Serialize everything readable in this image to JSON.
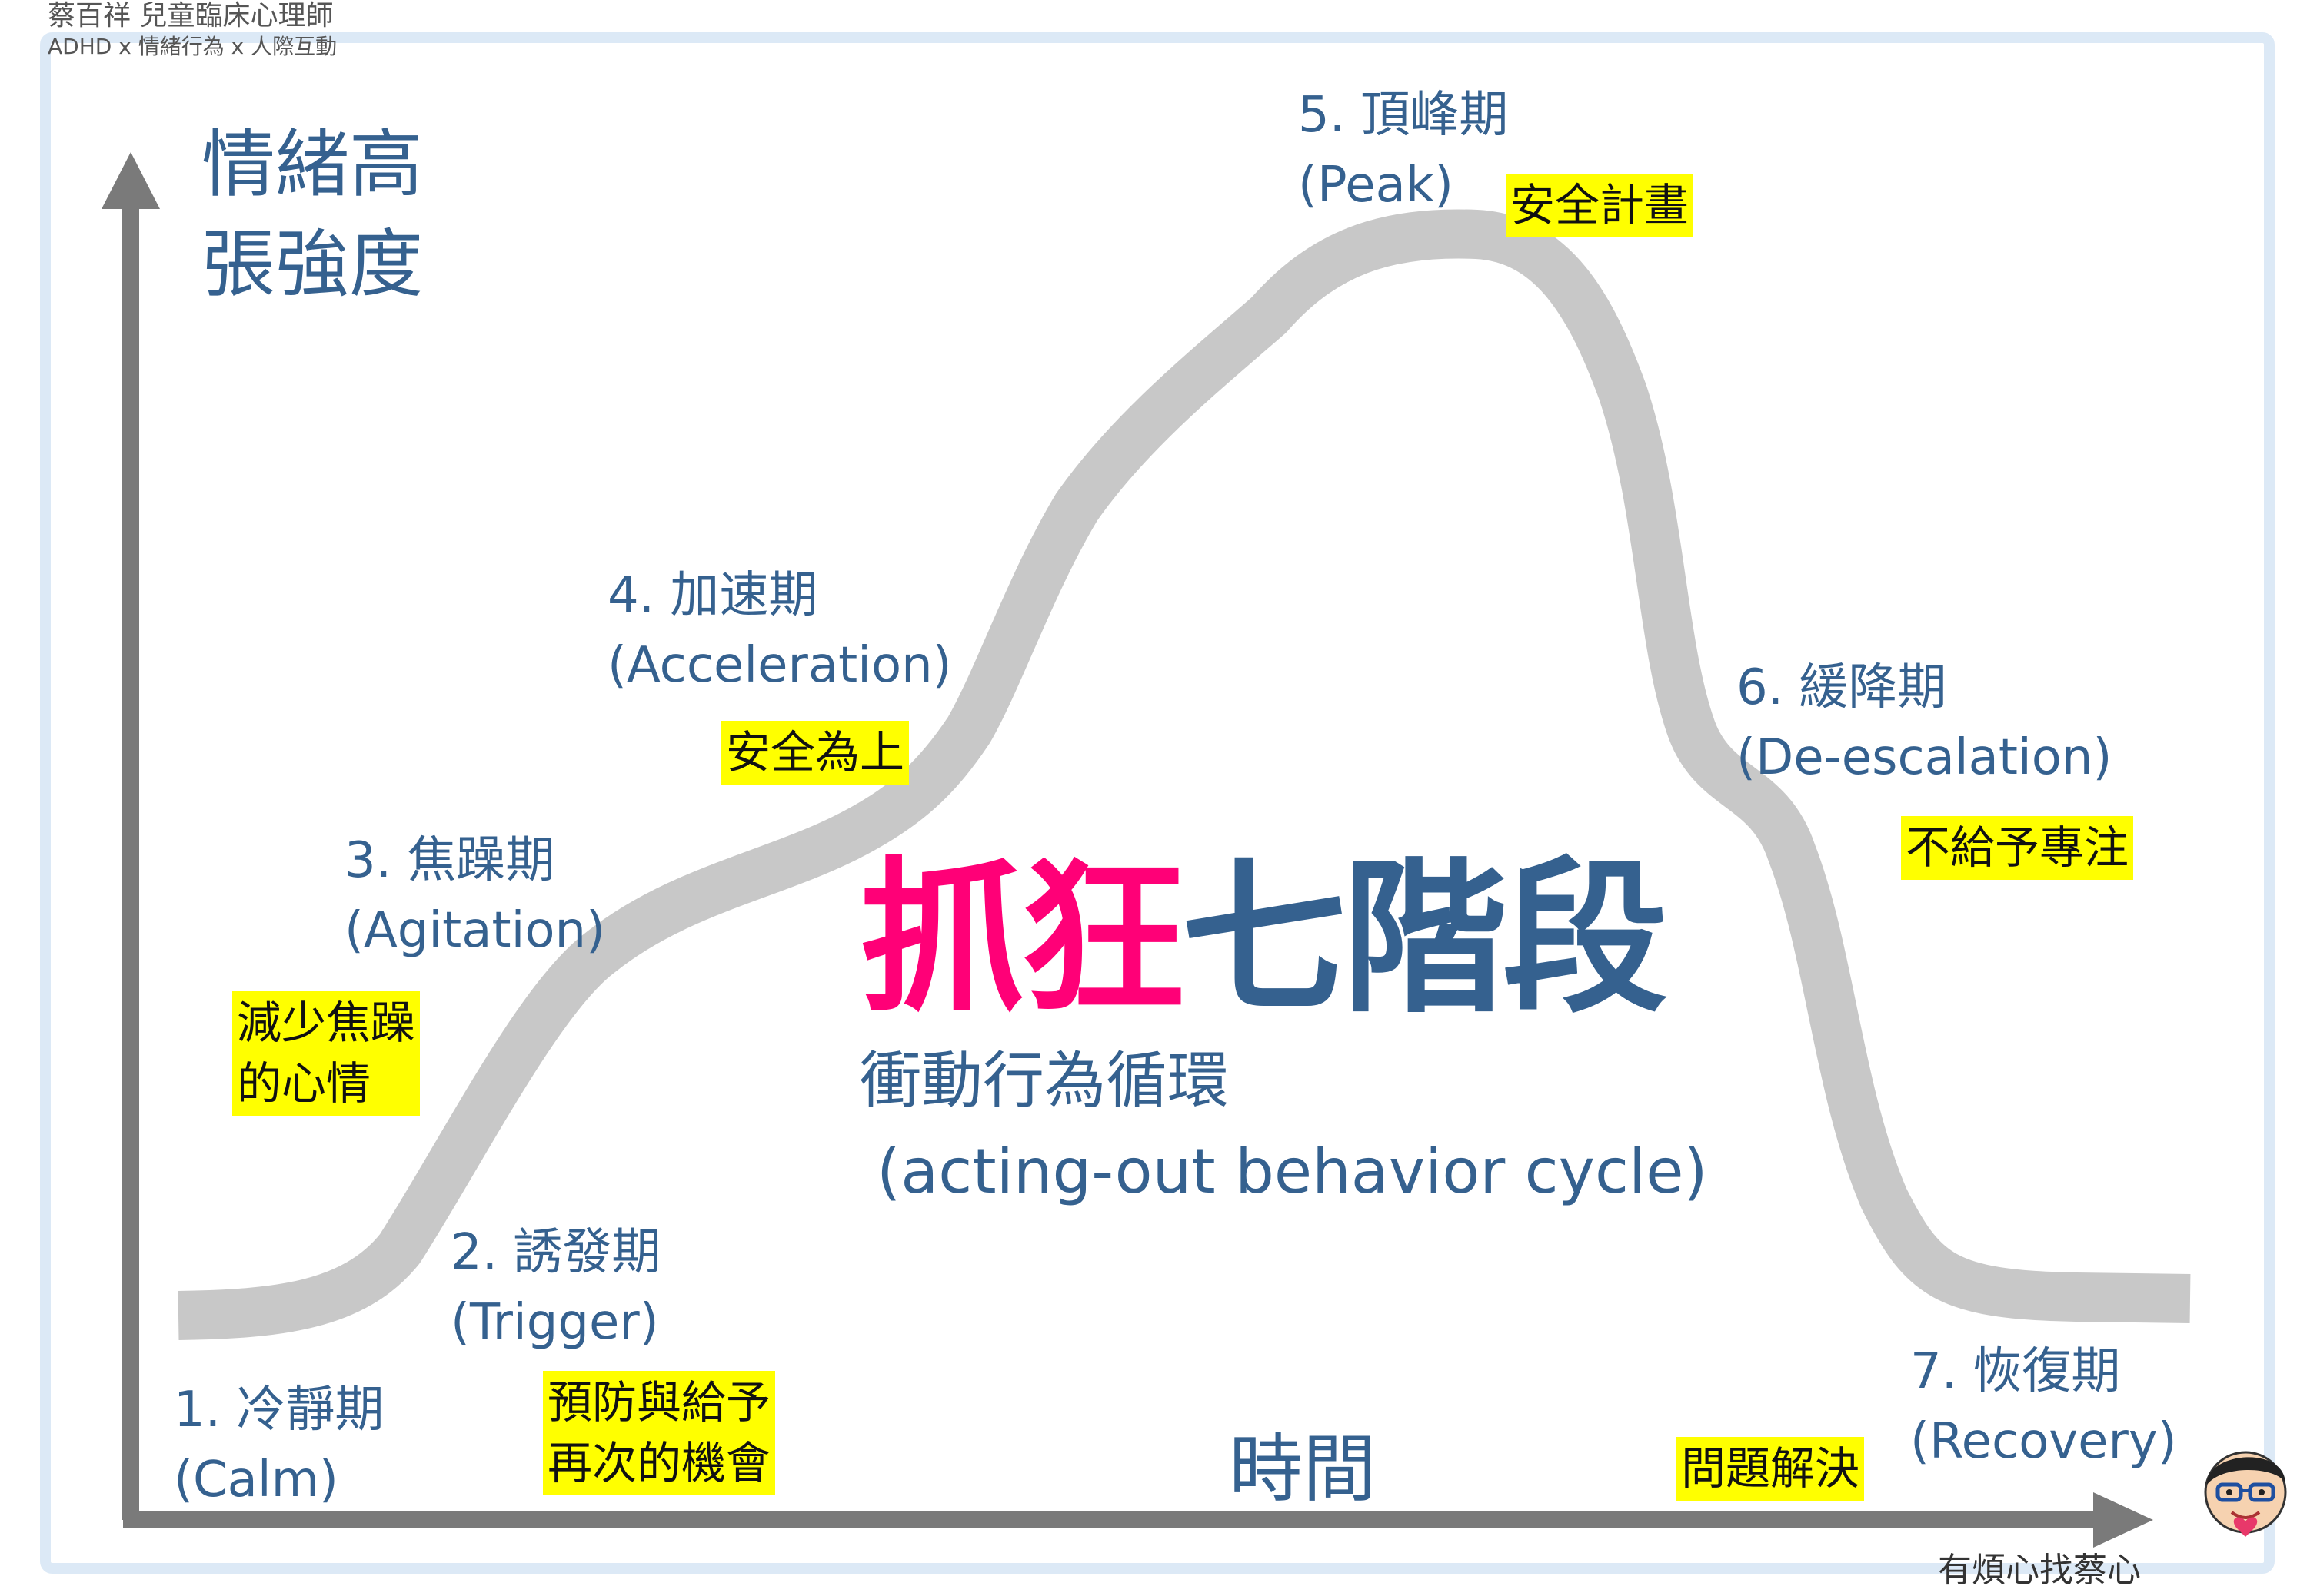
{
  "header": {
    "author": "蔡百祥 兒童臨床心理師",
    "tagline": "ADHD x 情緒行為 x 人際互動"
  },
  "axes": {
    "y_label_line1": "情緒高",
    "y_label_line2": "張強度",
    "x_label": "時間"
  },
  "title": {
    "part1": "抓狂",
    "part2": "七階段",
    "subtitle_zh": "衝動行為循環",
    "subtitle_en": "(acting-out behavior cycle)"
  },
  "stages": [
    {
      "number_name": "1. 冷靜期",
      "english": "(Calm)",
      "note": []
    },
    {
      "number_name": "2. 誘發期",
      "english": "(Trigger)",
      "note": [
        "預防與給予",
        "再次的機會"
      ]
    },
    {
      "number_name": "3. 焦躁期",
      "english": "(Agitation)",
      "note": [
        "減少焦躁",
        "的心情"
      ]
    },
    {
      "number_name": "4. 加速期",
      "english": "(Acceleration)",
      "note": [
        "安全為上"
      ]
    },
    {
      "number_name": "5. 頂峰期",
      "english": "(Peak)",
      "note": [
        "安全計畫"
      ]
    },
    {
      "number_name": "6. 緩降期",
      "english": "(De-escalation)",
      "note": [
        "不給予專注"
      ]
    },
    {
      "number_name": "7. 恢復期",
      "english": "(Recovery)",
      "note": [
        "問題解決"
      ]
    }
  ],
  "footer": {
    "brand": "有煩心找蔡心"
  },
  "colors": {
    "accent_pink": "#ff0077",
    "text_blue": "#35618f",
    "highlight": "#ffff00",
    "curve": "#c8c8c8",
    "axis": "#7a7a7a"
  },
  "icons": {
    "avatar": "cartoon-psychologist-avatar-icon"
  }
}
